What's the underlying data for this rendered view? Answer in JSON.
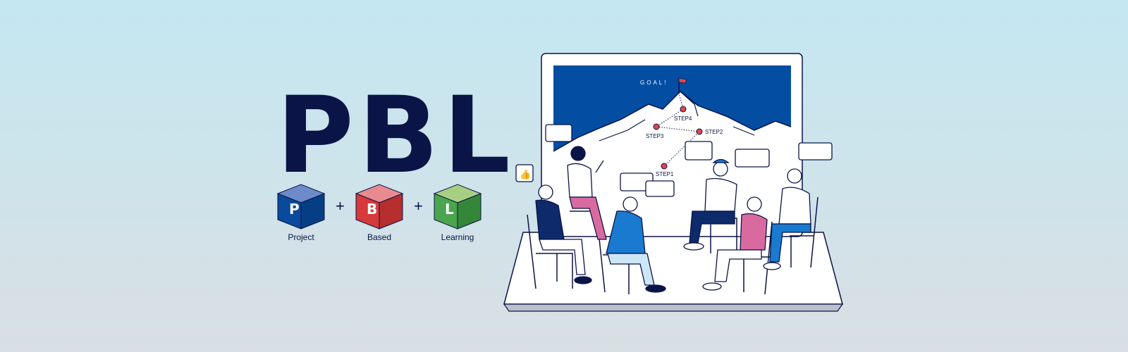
{
  "title": "PBL",
  "cubes": [
    {
      "letter": "P",
      "label": "Project",
      "color": "#0a4a9c",
      "top": "#6d8bc9"
    },
    {
      "letter": "B",
      "label": "Based",
      "color": "#d63a3a",
      "top": "#e88a8f"
    },
    {
      "letter": "L",
      "label": "Learning",
      "color": "#3f9a44",
      "top": "#a6cf82"
    }
  ],
  "plus": "+",
  "board": {
    "goal": "GOAL!",
    "steps": [
      "STEP1",
      "STEP2",
      "STEP3",
      "STEP4"
    ]
  },
  "colors": {
    "navy": "#0b1447",
    "board_blue": "#034ea2",
    "flag": "#e04848"
  }
}
